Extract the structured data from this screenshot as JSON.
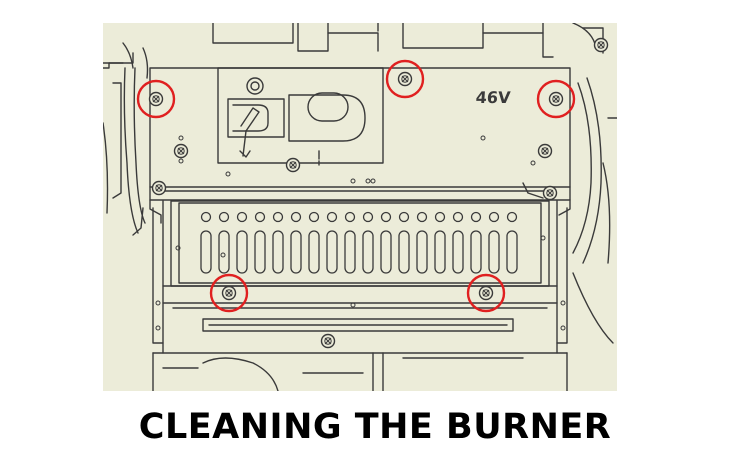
{
  "caption": "CLEANING THE BURNER",
  "diagram": {
    "voltage_label": "46V",
    "highlighted_screw_count": 5
  },
  "colors": {
    "background": "#ececd9",
    "line": "#3a3a3a",
    "highlight": "#e02020",
    "caption": "#000000"
  },
  "icons": [
    "screw-icon",
    "gas-valve-icon",
    "ground-wire-icon"
  ]
}
